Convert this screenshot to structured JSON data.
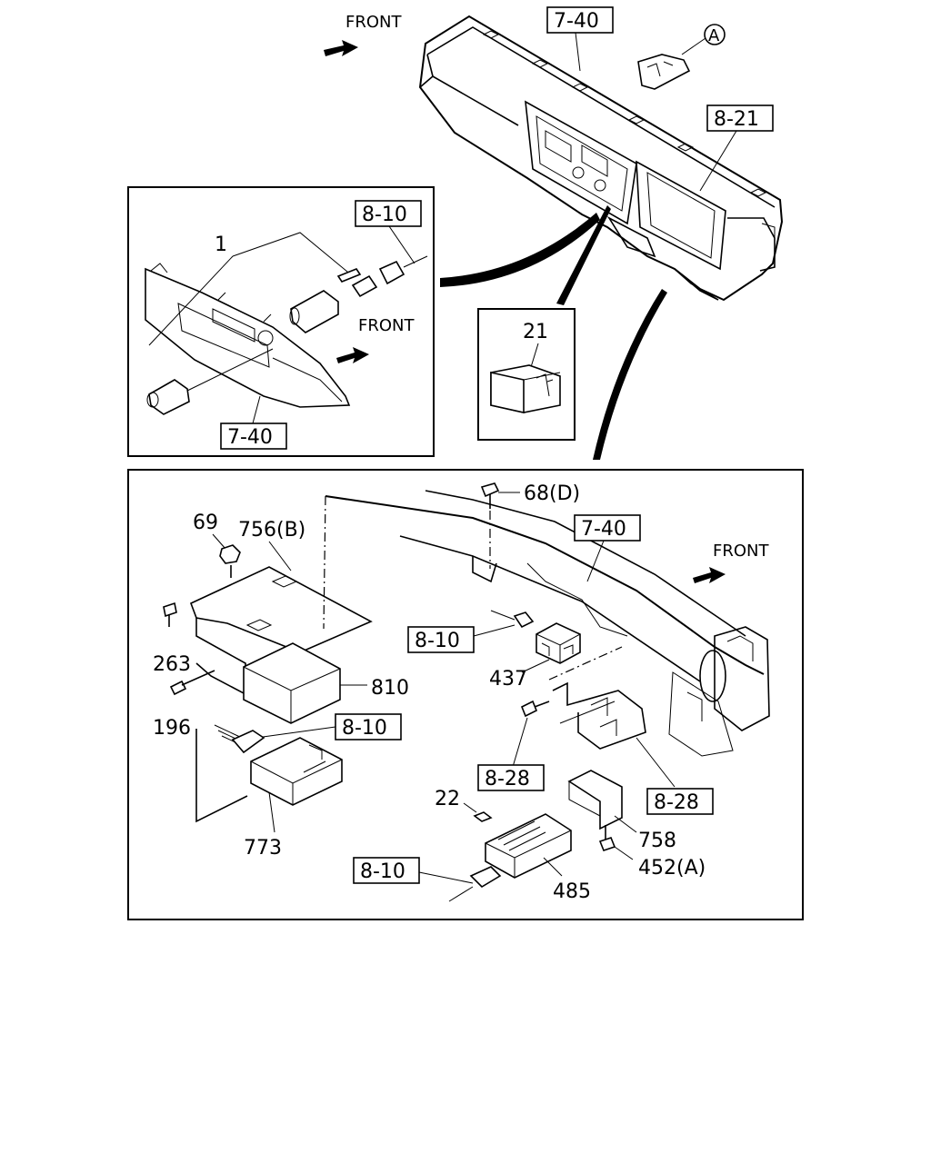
{
  "labels": {
    "front": "FRONT",
    "ref_7_40": "7-40",
    "ref_8_21": "8-21",
    "ref_8_10": "8-10",
    "ref_8_28": "8-28",
    "circle_a": "A",
    "part_1": "1",
    "part_21": "21",
    "part_68d": "68(D)",
    "part_69": "69",
    "part_756b": "756(B)",
    "part_263": "263",
    "part_196": "196",
    "part_810": "810",
    "part_773": "773",
    "part_437": "437",
    "part_22": "22",
    "part_485": "485",
    "part_758": "758",
    "part_452a": "452(A)"
  }
}
